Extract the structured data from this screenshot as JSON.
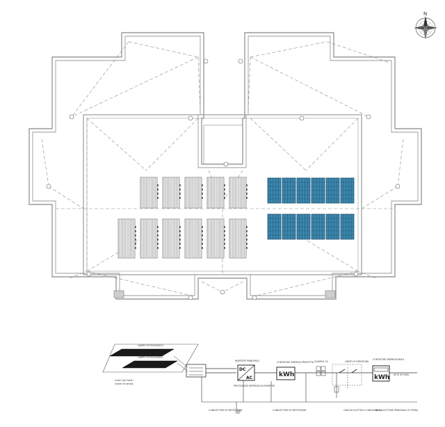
{
  "compass": {
    "north_label": "N"
  },
  "roof_plan": {
    "panel_rows": 2,
    "striped_panels_upper": 5,
    "striped_panels_lower": 6,
    "blue_panels_per_row": 6,
    "colors": {
      "outline": "#9a9a9a",
      "panel_blue": "#3b86ad",
      "panel_grid": "#1f4f6a",
      "stripe": "#777777"
    }
  },
  "schematic": {
    "panel_label_1": "CAMPO FOTOVOLTAICO",
    "panel_label_2": "CAMPO FOTOVOLTAICO",
    "dc_label": "DC",
    "ac_label": "AC",
    "inverter_title": "INVERTER PRINCIPALE",
    "inverter_sub": "PROTEZIONE INTERFACCIA INVERTER",
    "meter1_title": "CONTATORE ENERGIA PRODOTTA",
    "meter1_unit": "kWh",
    "quadro_title": "QUADRO CA",
    "limite_title": "LIMITE DI FORNITURA",
    "meter2_title": "CONTATORE BIDIREZIONALE",
    "meter2_unit": "kWh",
    "rete_label": "RETE BT ENEL",
    "left_caption_1": "Linee Cavi Solari",
    "left_caption_2": "Quadri di campo",
    "ground_label_1": "CONDUTTORE DI PROTEZIONE",
    "ground_label_2": "CONDUTTORE DI PROTEZIONE",
    "ground_label_3": "CARICHI ELETTRICI CONDOMINIALI",
    "ground_label_4": "AL COLLETTORE PRINCIPALE DI TERRA"
  }
}
